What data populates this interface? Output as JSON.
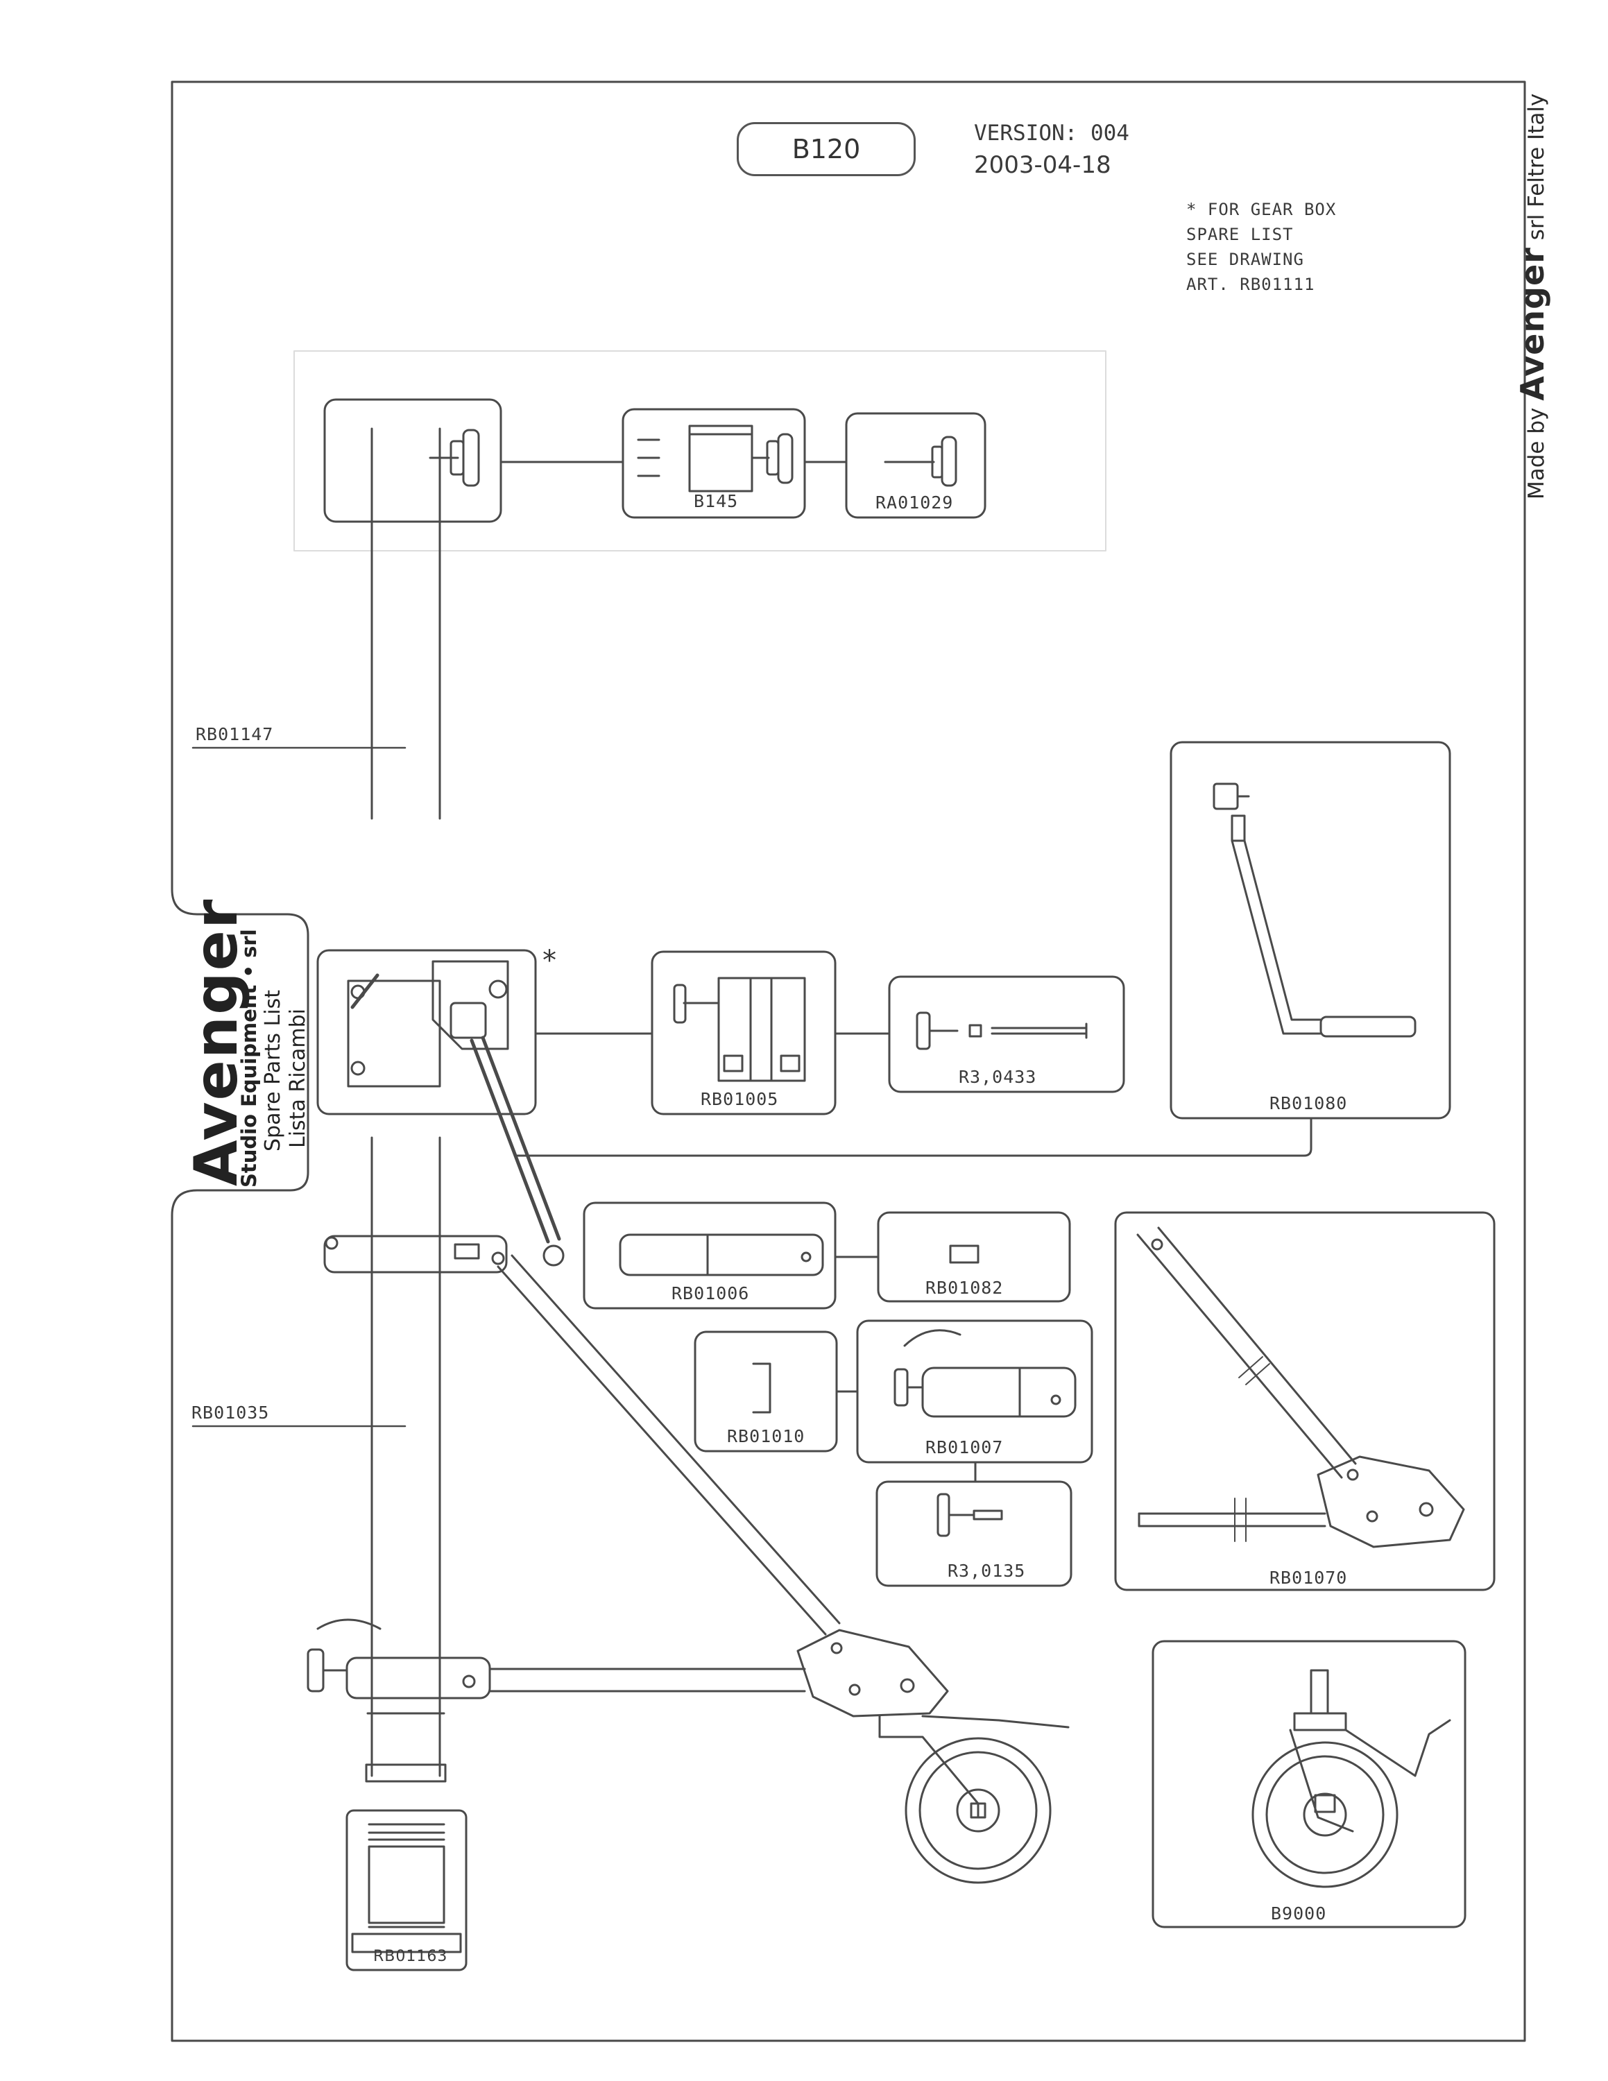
{
  "header": {
    "model": "B120",
    "version": "VERSION:  004",
    "date": "2003-04-18"
  },
  "note": {
    "lines": [
      "* FOR GEAR BOX",
      "  SPARE LIST",
      "  SEE DRAWING",
      "  ART. RB01111"
    ]
  },
  "manufacturer": {
    "made_by_prefix": "Made by",
    "brand": "Avenger",
    "suffix": "srl  Feltre Italy"
  },
  "brand_block": {
    "name": "Avenger",
    "line2": "Studio Equipment • srl",
    "line3": "Spare Parts List",
    "line4": "Lista Ricambi"
  },
  "callouts": {
    "column_upper": "RB01147",
    "column_lower": "RB01035"
  },
  "parts": {
    "top_clamp_kit": "B145",
    "top_handle": "RA01029",
    "gear_cover": "RB01005",
    "gear_handle": "R3,0433",
    "crank_handle": "RB01080",
    "leg_bracket": "RB01006",
    "bracket_pin": "RB01082",
    "spacer": "RB01010",
    "lock_bracket": "RB01007",
    "lock_knob": "R3,0135",
    "leg": "RB01070",
    "base_cap": "RB01163",
    "caster": "B9000"
  },
  "gearbox_marker": "*",
  "colors": {
    "ink": "#4a4a4a",
    "paper": "#ffffff"
  }
}
